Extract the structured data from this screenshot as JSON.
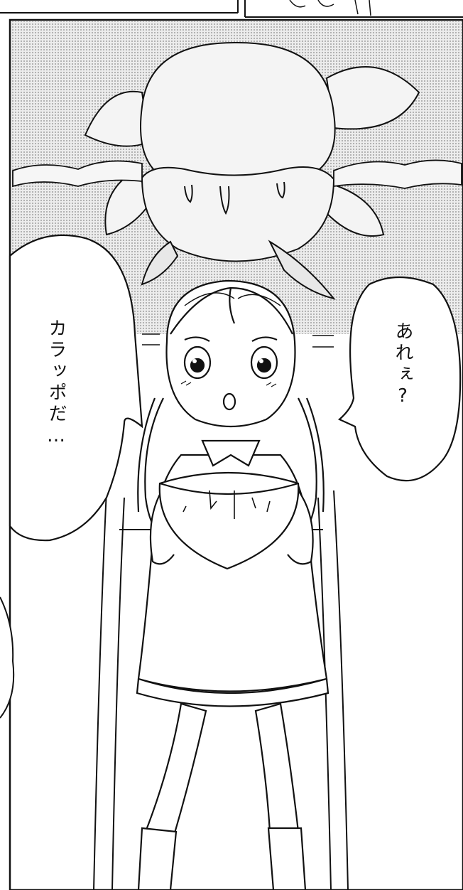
{
  "page": {
    "type": "manga-page",
    "colors": {
      "ink": "#111111",
      "paper": "#ffffff",
      "screentone": "#d4d4d4"
    }
  },
  "dialogue": {
    "left_bubble": "カラッポだ…",
    "right_bubble": "あれぇ?"
  },
  "figures": {
    "icons": [
      "girl-figure",
      "bowl",
      "flower-creature",
      "chair",
      "speech-bubble"
    ]
  }
}
